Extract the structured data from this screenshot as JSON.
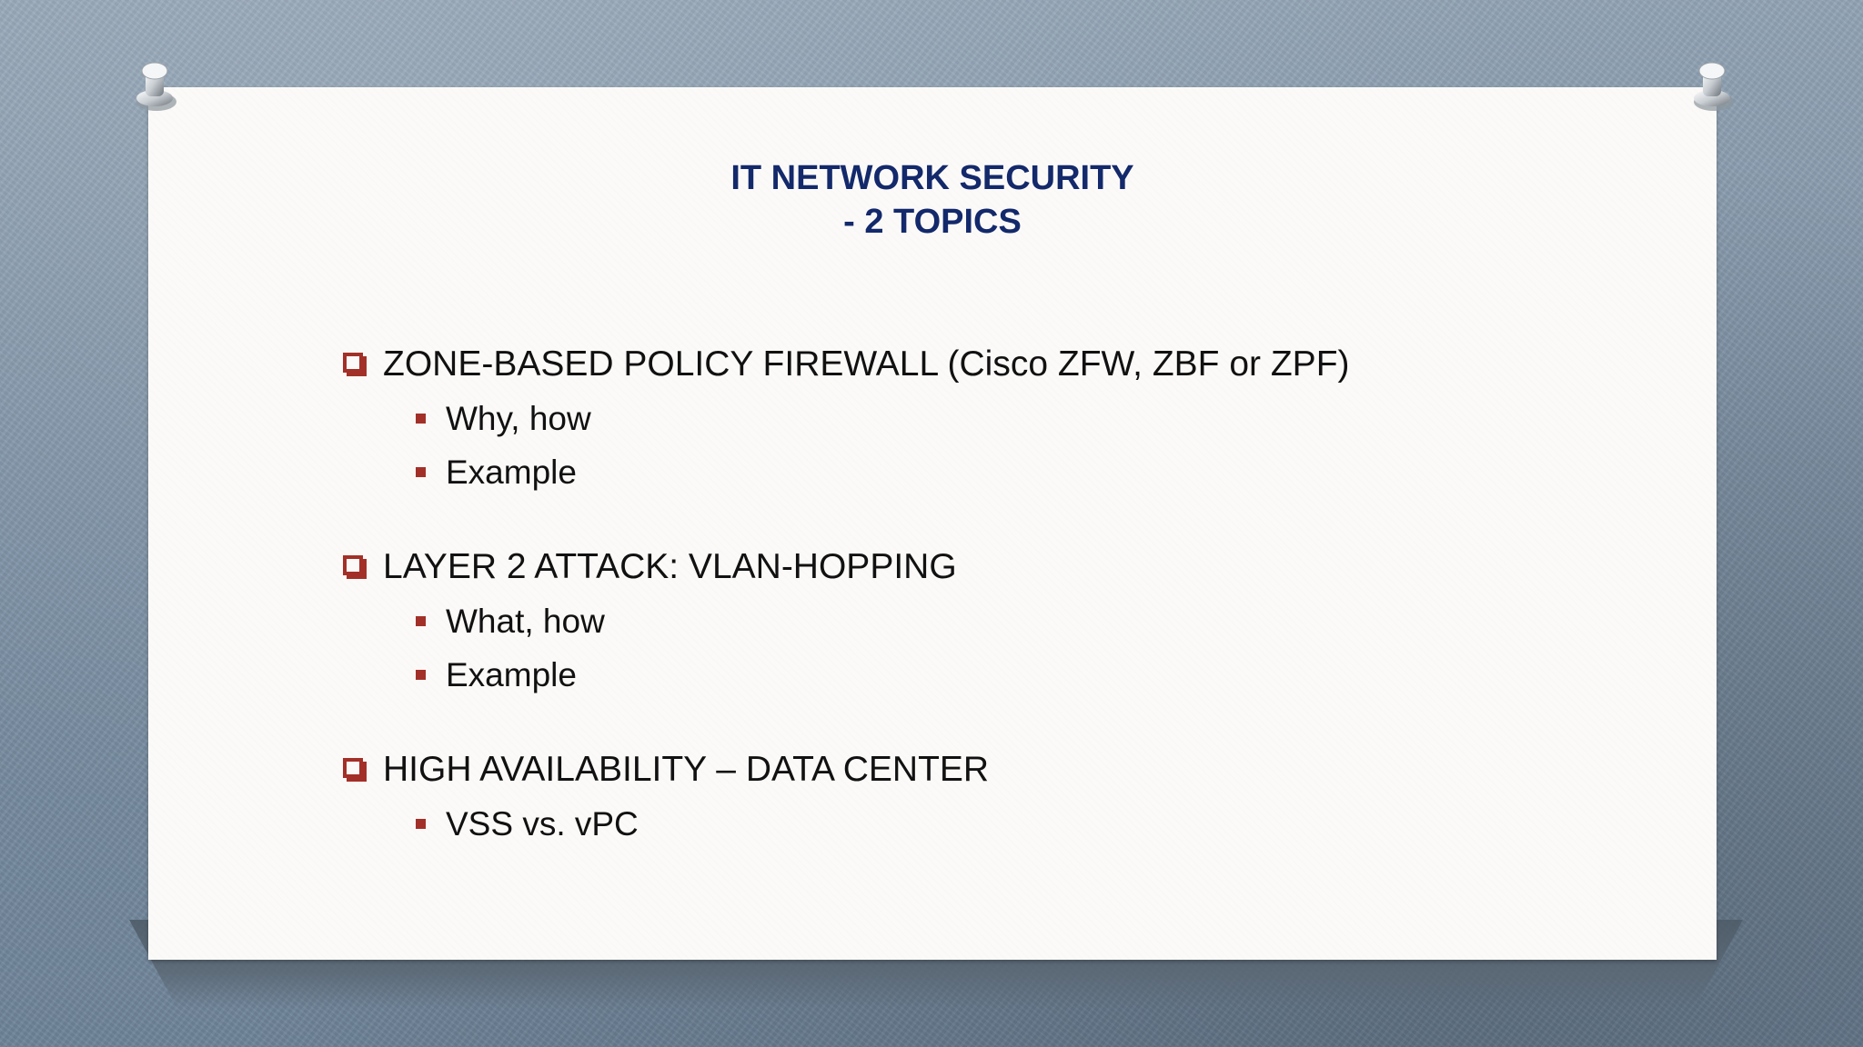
{
  "slide": {
    "title_line1": "IT NETWORK SECURITY",
    "title_line2": "- 2 TOPICS",
    "accent_color": "#a23028",
    "title_color": "#13296b",
    "topics": [
      {
        "heading": "ZONE-BASED POLICY FIREWALL (Cisco ZFW, ZBF or ZPF)",
        "items": [
          "Why, how",
          "Example"
        ]
      },
      {
        "heading": "LAYER 2 ATTACK: VLAN-HOPPING",
        "items": [
          "What, how",
          "Example"
        ]
      },
      {
        "heading": "HIGH AVAILABILITY – DATA CENTER",
        "items": [
          "VSS vs. vPC"
        ]
      }
    ]
  },
  "decor": {
    "pin_icon": "pushpin-icon",
    "background": "blue-grey textured wall"
  }
}
